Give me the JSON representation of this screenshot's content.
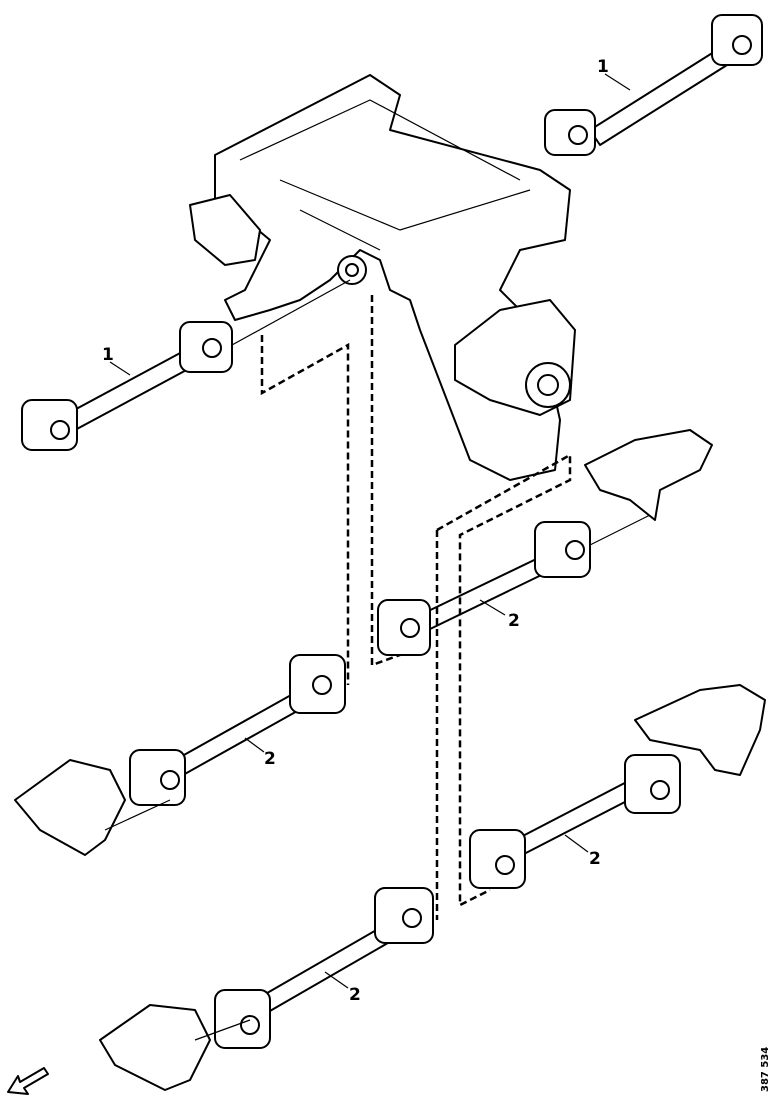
{
  "diagram": {
    "callouts": [
      "1",
      "1",
      "2",
      "2",
      "2",
      "2"
    ],
    "reference_number": "387 534",
    "orientation_icon": "front-direction-arrow-icon"
  }
}
